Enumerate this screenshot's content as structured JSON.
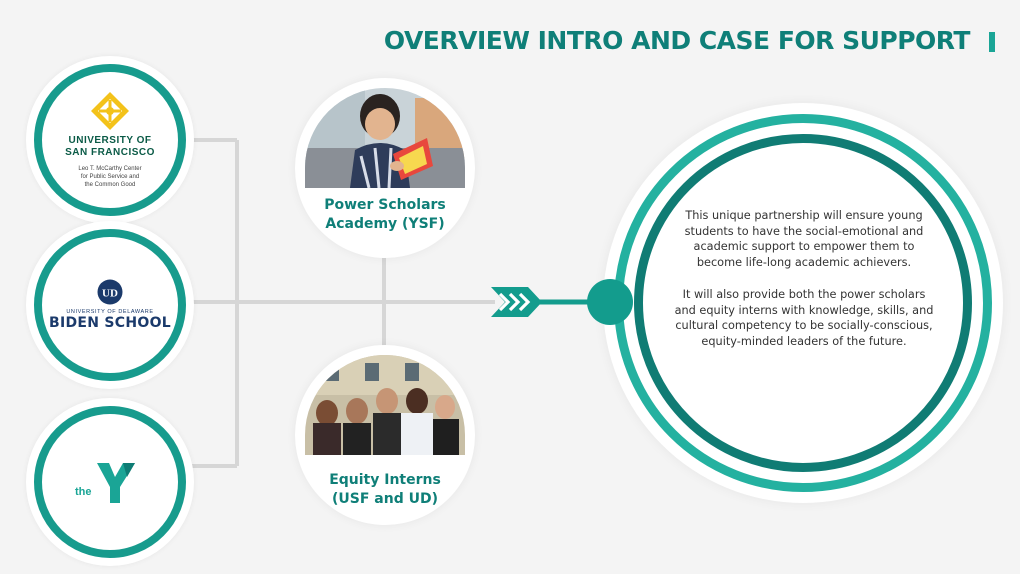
{
  "title": "OVERVIEW INTRO AND CASE FOR SUPPORT",
  "logos": {
    "usf": {
      "name_line1": "UNIVERSITY OF",
      "name_line2": "SAN FRANCISCO",
      "sub_line1": "Leo T. McCarthy Center",
      "sub_line2": "for Public Service and",
      "sub_line3": "the Common Good"
    },
    "ud": {
      "monogram": "UD",
      "line1": "UNIVERSITY OF DELAWARE",
      "line2": "BIDEN SCHOOL"
    },
    "ymca": {
      "prefix": "the",
      "letter": "Y"
    }
  },
  "groups": {
    "power_scholars": {
      "caption_line1": "Power Scholars",
      "caption_line2": "Academy (YSF)"
    },
    "equity_interns": {
      "caption_line1": "Equity Interns",
      "caption_line2": "(USF and UD)"
    }
  },
  "summary": {
    "paragraph1": "This unique partnership will ensure young students to have the social-emotional and academic support to empower them to become life-long academic achievers.",
    "paragraph2": "It will also provide both the power scholars and equity interns with knowledge, skills, and cultural competency to be socially-conscious, equity-minded leaders of the future."
  },
  "colors": {
    "teal_dark": "#0f7f78",
    "teal": "#179b8d",
    "teal_light": "#24b1a0",
    "connector": "#d6d6d6",
    "ud_navy": "#1b3a6b",
    "usf_green": "#0a5a46",
    "usf_gold": "#f3c21a"
  }
}
